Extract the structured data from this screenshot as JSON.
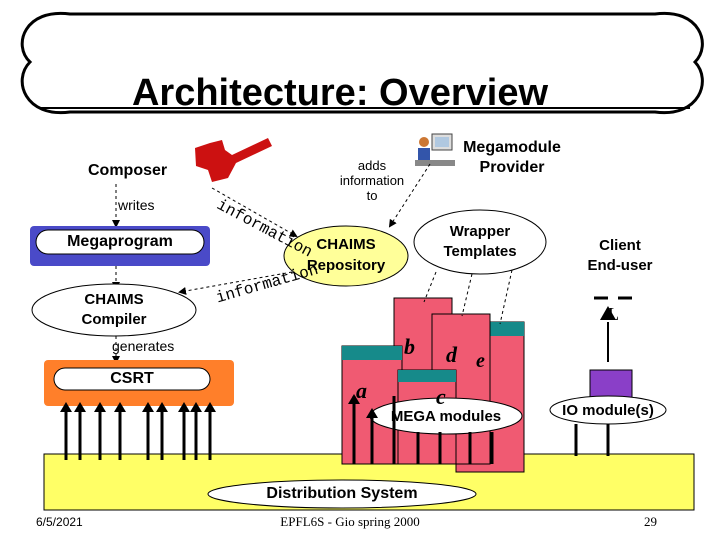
{
  "title": "Architecture: Overview",
  "labels": {
    "composer": "Composer",
    "writes": "writes",
    "megaprogram": "Megaprogram",
    "chaims_compiler_line1": "CHAIMS",
    "chaims_compiler_line2": "Compiler",
    "generates": "generates",
    "csrt": "CSRT",
    "information_top": "information",
    "information_bottom": "information",
    "adds_information_line1": "adds",
    "adds_information_line2": "information",
    "adds_information_line3": "to",
    "chaims_repository_line1": "CHAIMS",
    "chaims_repository_line2": "Repository",
    "megamodule_provider_line1": "Megamodule",
    "megamodule_provider_line2": "Provider",
    "wrapper_templates_line1": "Wrapper",
    "wrapper_templates_line2": "Templates",
    "client_enduser_line1": "Client",
    "client_enduser_line2": "End-user",
    "module_a": "a",
    "module_b": "b",
    "module_c": "c",
    "module_d": "d",
    "module_e": "e",
    "mega_modules": "MEGA modules",
    "io_modules": "IO module(s)",
    "distribution_system": "Distribution System"
  },
  "footer": {
    "date": "6/5/2021",
    "course": "EPFL6S - Gio spring 2000",
    "page": "29"
  },
  "colors": {
    "megaprogram_fill": "#4a4ac8",
    "csrt_fill": "#ff7f2a",
    "repository_fill": "#ffff99",
    "module_fill": "#f05a72",
    "module_header": "#168a8a",
    "io_fill": "#8a3fc8",
    "distribution_fill": "#ffff66"
  }
}
